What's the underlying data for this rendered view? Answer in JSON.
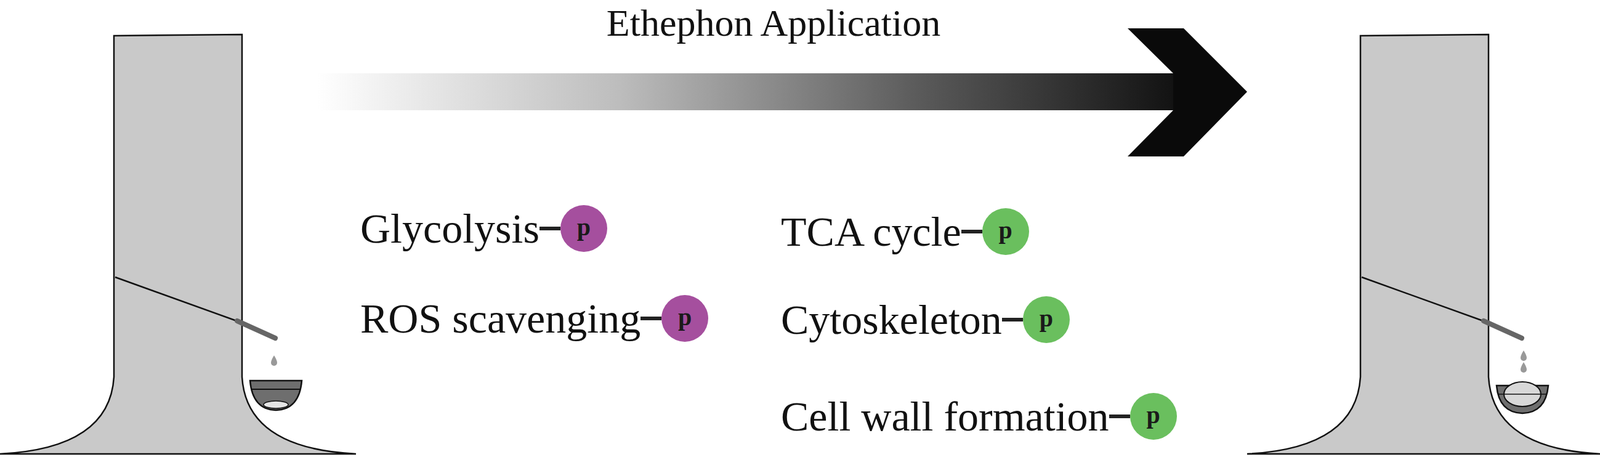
{
  "diagram": {
    "nodes": [
      {
        "text": [
          "Glycolysis",
          "p"
        ]
      },
      {
        "text": [
          "ROS scavenging",
          "p"
        ]
      },
      {
        "text": [
          "TCA cycle",
          "p"
        ]
      },
      {
        "text": [
          "Cytoskeleton",
          "p"
        ]
      },
      {
        "text": [
          "Cell wall formation",
          "p"
        ]
      }
    ],
    "labels": [
      "Ethephon Application"
    ]
  }
}
